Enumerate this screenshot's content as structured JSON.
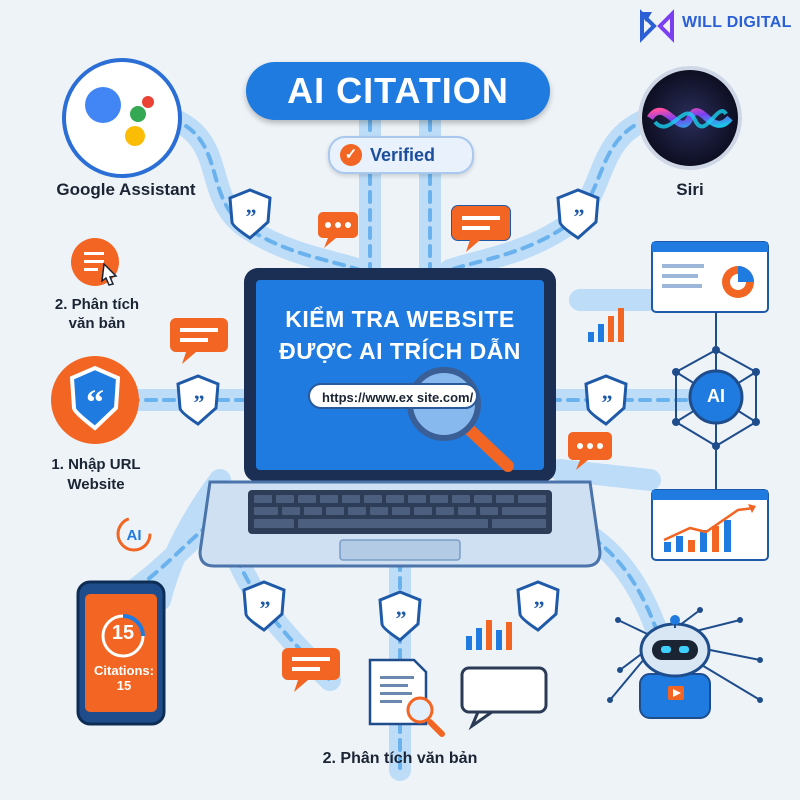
{
  "brand": {
    "name": "WILL DIGITAL"
  },
  "title": "AI CITATION",
  "verified": {
    "label": "Verified"
  },
  "assistants": {
    "google": "Google Assistant",
    "siri": "Siri"
  },
  "laptop": {
    "headline_1": "KIỂM TRA WEBSITE",
    "headline_2": "ĐƯỢC AI TRÍCH DẪN",
    "url": "https://www.ex site.com/"
  },
  "steps": {
    "step2_left": [
      "2. Phân tích",
      "văn bản"
    ],
    "step1": [
      "1. Nhập URL",
      "Website"
    ],
    "step2_bottom": "2. Phân tích văn bản"
  },
  "phone": {
    "number": "15",
    "citations_label": "Citations:",
    "citations_value": "15"
  },
  "badges": {
    "ai_small": "AI",
    "ai_node": "AI"
  },
  "colors": {
    "blue": "#1f7be0",
    "dark_blue": "#1b4e9c",
    "orange": "#f26522",
    "road": "#5aa8ea"
  }
}
